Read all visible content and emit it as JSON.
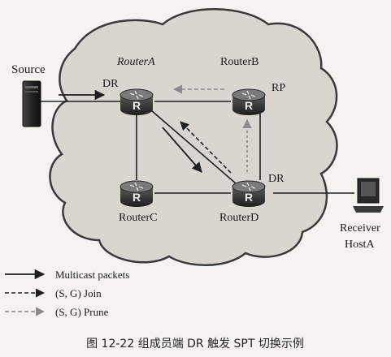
{
  "labels": {
    "source": "Source",
    "router_a": "RouterA",
    "router_b": "RouterB",
    "router_c": "RouterC",
    "router_d": "RouterD",
    "dr_a": "DR",
    "dr_d": "DR",
    "rp": "RP",
    "receiver": "Receiver",
    "host": "HostA",
    "router_glyph": "R"
  },
  "legend": {
    "multicast": "Multicast packets",
    "join": "(S, G) Join",
    "prune": "(S, G) Prune"
  },
  "caption": "图 12-22   组成员端 DR 触发 SPT 切换示例",
  "colors": {
    "cloud_fill": "#d9d6d0",
    "cloud_stroke": "#3a3a3a",
    "router_body": "#2b2b2b",
    "line_dark": "#1f1f1f",
    "line_prune": "#8a8a8a"
  }
}
